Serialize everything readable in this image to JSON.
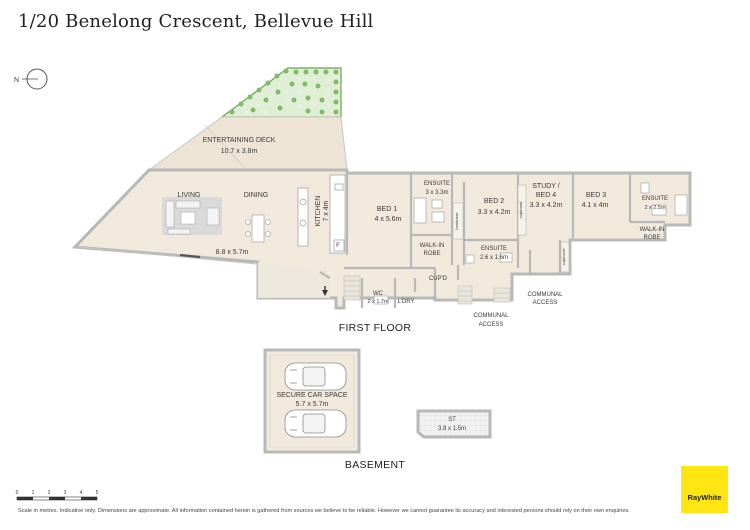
{
  "title": "1/20 Benelong Crescent, Bellevue Hill",
  "compass": {
    "label": "N"
  },
  "first_floor": {
    "heading": "FIRST FLOOR",
    "rooms": {
      "deck_name": "ENTERTAINING DECK",
      "deck_size": "10.7 x 3.8m",
      "living": "LIVING",
      "dining": "DINING",
      "living_size": "8.8 x 5.7m",
      "kitchen_name": "KITCHEN",
      "kitchen_size": "7 x 4m",
      "fridge": "F",
      "bed1_name": "BED 1",
      "bed1_size": "4 x 5.6m",
      "ensuite1_name": "ENSUITE",
      "ensuite1_size": "3 x 3.3m",
      "walkin1_a": "WALK-IN",
      "walkin1_b": "ROBE",
      "bed2_name": "BED 2",
      "bed2_size": "3.3 x 4.2m",
      "ensuite2_name": "ENSUITE",
      "ensuite2_size": "2.6 x 1.6m",
      "study_a": "STUDY /",
      "study_b": "BED 4",
      "study_size": "3.3 x 4.2m",
      "bed3_name": "BED 3",
      "bed3_size": "4.1 x 4m",
      "ensuite3_name": "ENSUITE",
      "ensuite3_size": "2 x 2.5m",
      "walkin3_a": "WALK-IN",
      "walkin3_b": "ROBE",
      "wc_name": "WC",
      "wc_size": "2 x 1.7m",
      "laundry": "L'DRY",
      "cupd": "CUP'D",
      "communal1_a": "COMMUNAL",
      "communal1_b": "ACCESS",
      "communal2_a": "COMMUNAL",
      "communal2_b": "ACCESS",
      "bookcase": "bookcase",
      "cupboard": "cupboard"
    }
  },
  "basement": {
    "heading": "BASEMENT",
    "car_name": "SECURE CAR SPACE",
    "car_size": "5.7 x 5.7m",
    "st_name": "ST",
    "st_size": "3.8 x 1.5m"
  },
  "scale": {
    "ticks": [
      "0",
      "1",
      "2",
      "3",
      "4",
      "5"
    ]
  },
  "disclaimer": "Scale in metres. Indicative only. Dimensions are approximate. All information contained herein is gathered from sources we believe to be reliable. However we cannot guarantee its accuracy and interested persons should rely on their own enquiries.",
  "brand": {
    "name": "RayWhite",
    "color": "#ffe512"
  },
  "colors": {
    "wall": "#b9b9b9",
    "floor": "#f1e9dc",
    "deck": "#ede4d6",
    "garden": "#7fbc66"
  }
}
